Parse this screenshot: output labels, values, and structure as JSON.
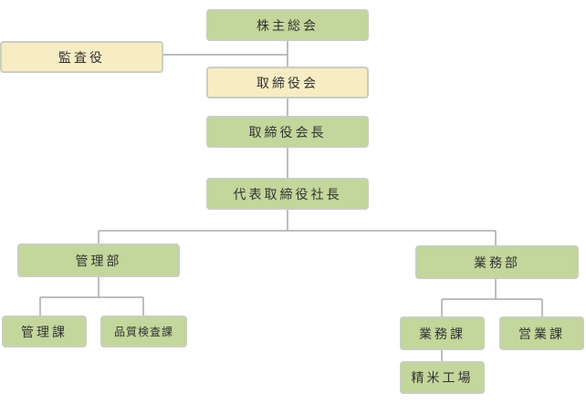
{
  "org": {
    "shareholders_meeting": "株主総会",
    "auditor": "監査役",
    "board_of_directors": "取締役会",
    "chairman": "取締役会長",
    "president": "代表取締役社長",
    "admin_department": "管理部",
    "admin_section": "管理課",
    "quality_inspection_section": "品質検査課",
    "business_department": "業務部",
    "business_section": "業務課",
    "rice_mill": "精米工場",
    "sales_section": "営業課"
  },
  "colors": {
    "box_green": "#c3d69b",
    "box_cream": "#f7ecc4",
    "box_border": "#c9cfbf",
    "line": "#a8a8a8",
    "text": "#333333"
  }
}
